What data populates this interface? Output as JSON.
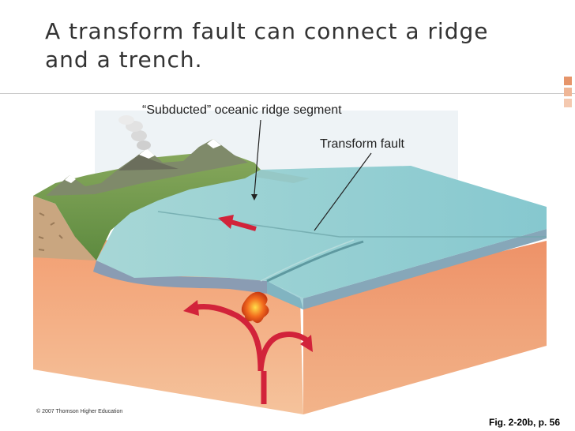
{
  "slide": {
    "title": "A transform fault can connect a ridge and a trench."
  },
  "diagram": {
    "labels": {
      "subducted_segment": "“Subducted” oceanic ridge segment",
      "transform_fault": "Transform fault"
    },
    "credit": "© 2007 Thomson Higher Education",
    "figure_ref": "Fig. 2-20b, p. 56"
  },
  "colors": {
    "title_text": "#333333",
    "accent": "#e8a37f",
    "ocean": "#8fcfd4",
    "mantle": "#f0a27a",
    "arrow": "#d2233a",
    "land": "#6f9a4a"
  },
  "icons": [
    "volcano-icon",
    "motion-arrow-icon",
    "magma-icon"
  ]
}
